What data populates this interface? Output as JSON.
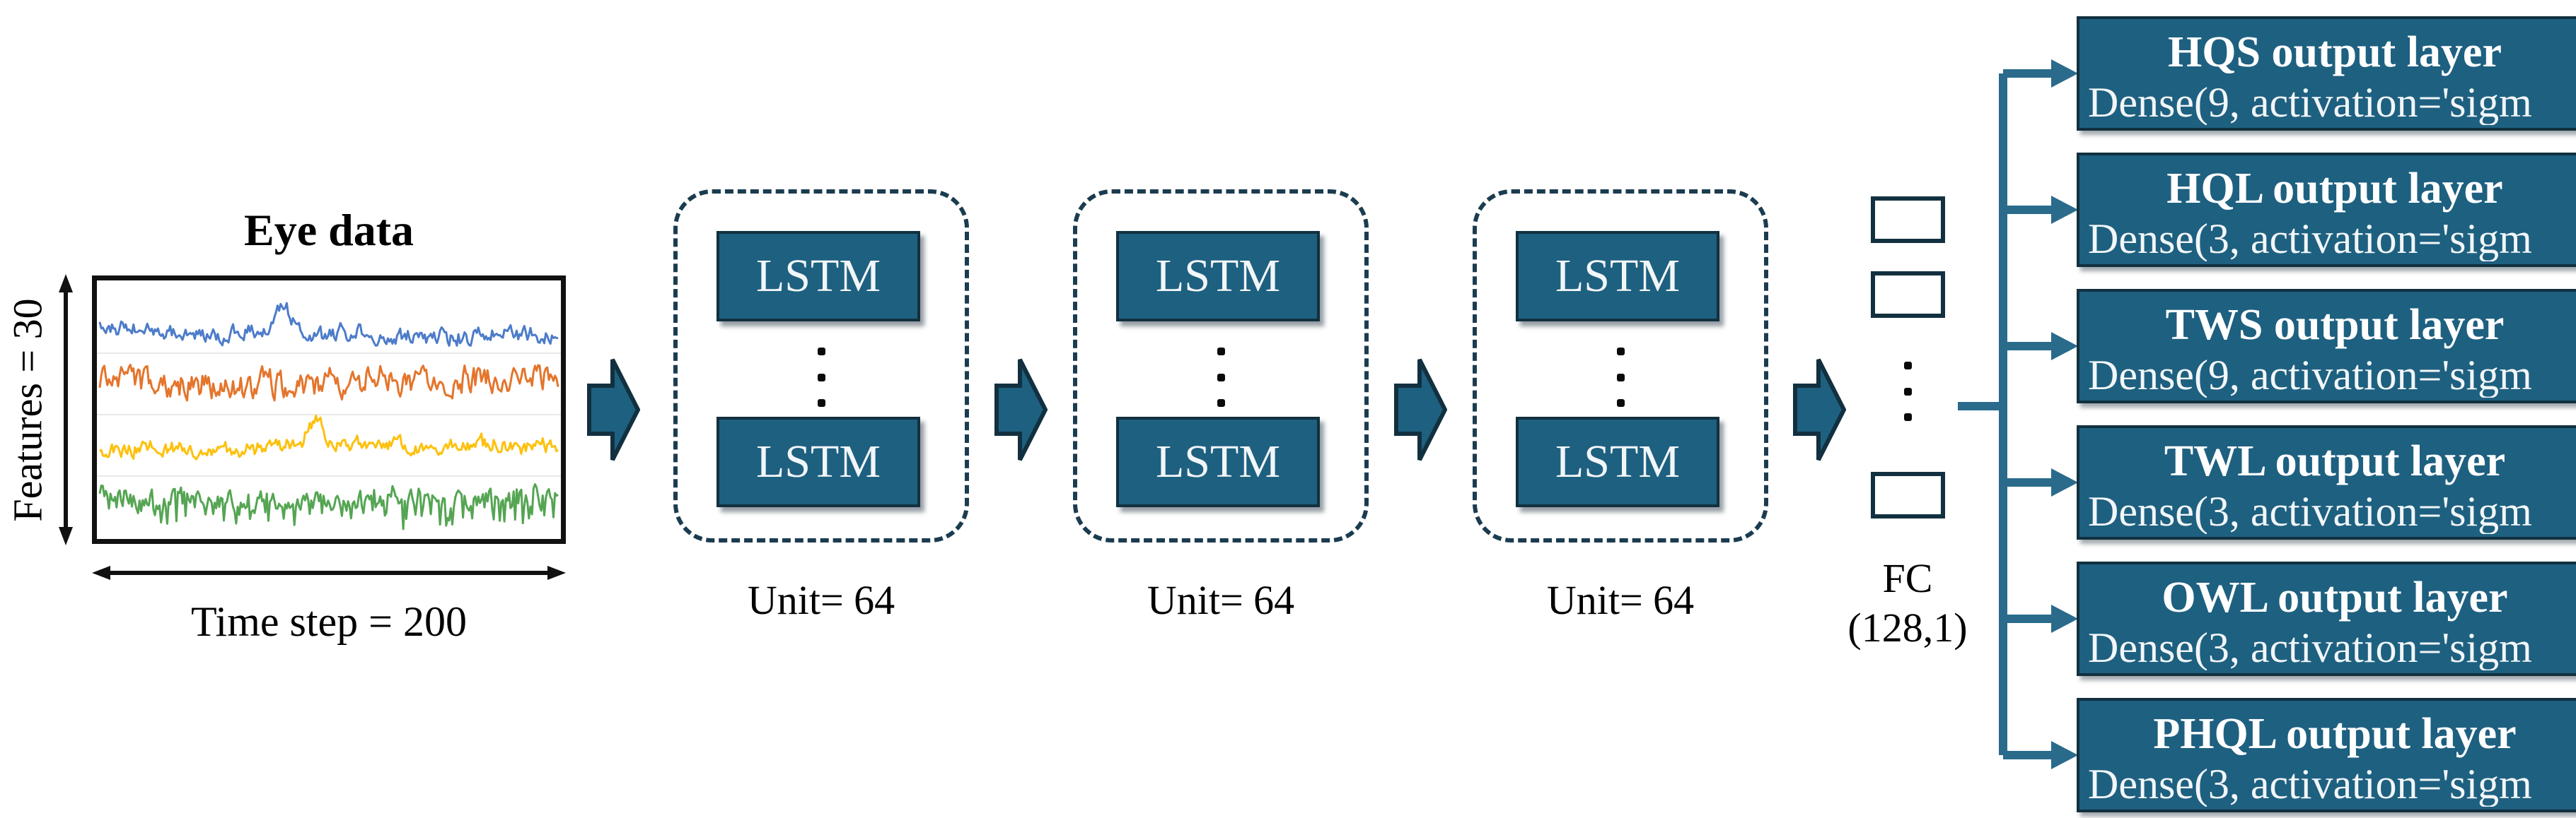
{
  "figure": {
    "colors": {
      "node_fill": "#1e6080",
      "node_border": "#12303f",
      "dashed_border": "#1b3c50",
      "connector": "#2a6b8c",
      "plot_border": "#111111",
      "signal_blue": "#4d7cc9",
      "signal_orange": "#e4752c",
      "signal_yellow": "#fdc10e",
      "signal_green": "#55a553"
    },
    "eye_panel": {
      "title": "Eye data",
      "y_axis_label": "Features = 30",
      "x_axis_label": "Time step = 200",
      "chart": {
        "type": "line",
        "description_series": [
          "blue-signal",
          "orange-signal",
          "yellow-signal",
          "green-signal"
        ]
      },
      "signals": [
        {
          "name": "blue-signal",
          "color": "#4d7cc9",
          "baseline": 70,
          "jitter": 10,
          "spike_at": 0.4,
          "spike_h": 44,
          "droop": 0,
          "seed": 7
        },
        {
          "name": "orange-signal",
          "color": "#e4752c",
          "baseline": 150,
          "jitter": 17,
          "spike_at": 0,
          "spike_h": 0,
          "droop": 0,
          "seed": 13
        },
        {
          "name": "yellow-signal",
          "color": "#fdc10e",
          "baseline": 243,
          "jitter": 9,
          "spike_at": 0.47,
          "spike_h": 40,
          "droop": 0,
          "seed": 21
        },
        {
          "name": "green-signal",
          "color": "#55a553",
          "baseline": 300,
          "jitter": 11,
          "spike_at": 0,
          "spike_h": 0,
          "droop": 34,
          "seed": 33
        }
      ]
    },
    "lstm_groups": [
      {
        "unit_label": "Unit= 64",
        "cells": [
          "LSTM",
          "LSTM"
        ]
      },
      {
        "unit_label": "Unit= 64",
        "cells": [
          "LSTM",
          "LSTM"
        ]
      },
      {
        "unit_label": "Unit= 64",
        "cells": [
          "LSTM",
          "LSTM"
        ]
      }
    ],
    "fc": {
      "line1": "FC",
      "line2": "(128,1)"
    },
    "output_layers": [
      {
        "title": "HQS output layer",
        "dense": "Dense(9, activation='sigm"
      },
      {
        "title": "HQL output layer",
        "dense": "Dense(3, activation='sigm"
      },
      {
        "title": "TWS output layer",
        "dense": "Dense(9, activation='sigm"
      },
      {
        "title": "TWL output layer",
        "dense": "Dense(3, activation='sigm"
      },
      {
        "title": "OWL output layer",
        "dense": "Dense(3, activation='sigm"
      },
      {
        "title": "PHQL output layer",
        "dense": "Dense(3, activation='sigm"
      }
    ]
  }
}
